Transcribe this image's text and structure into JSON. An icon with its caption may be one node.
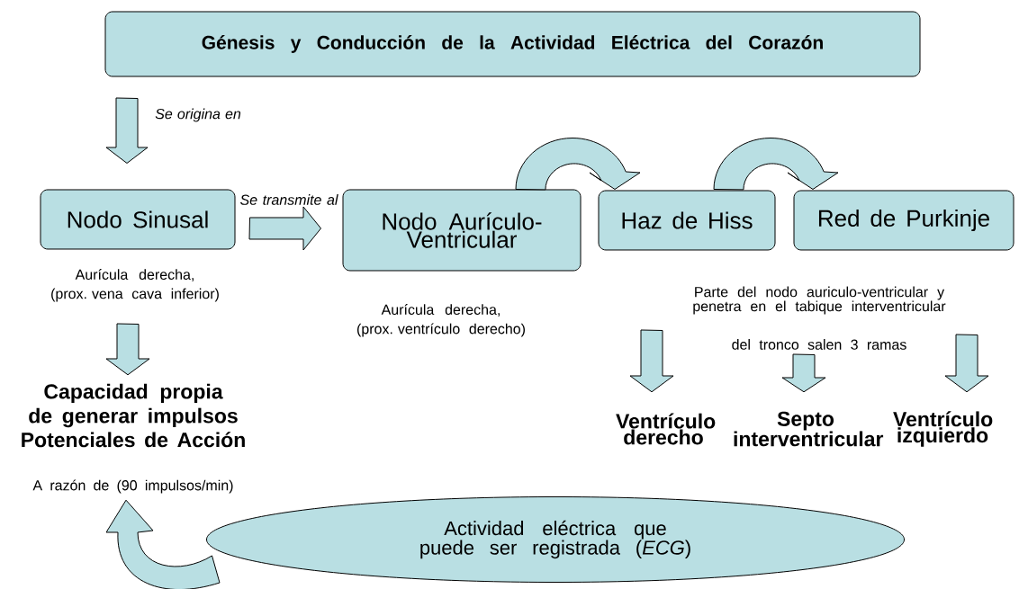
{
  "diagram": {
    "nodes": [
      {
        "text": [
          "Génesis y Conducción de la Actividad Eléctrica del Corazón"
        ]
      },
      {
        "text": [
          "Nodo Sinusal"
        ],
        "beside": [
          "Aurícula derecha,",
          "(prox. vena cava inferior)"
        ]
      },
      {
        "text": [
          "Nodo Aurículo-Ventricular"
        ],
        "beside": [
          "Aurícula derecha,",
          "(prox. ventrículo derecho)"
        ]
      },
      {
        "text": [
          "Haz de Hiss"
        ],
        "beside": [
          "Parte del nodo auriculo-ventricular y penetra en el tabique interventricular",
          "del tronco salen 3 ramas"
        ]
      },
      {
        "text": [
          "Red de Purkinje"
        ]
      },
      {
        "text": [
          "Capacidad propia de generar impulsos",
          "Potenciales de Acción"
        ],
        "beside": [
          "A razón de (90 impulsos/min)"
        ]
      },
      {
        "text": [
          "Ventrículo derecho"
        ]
      },
      {
        "text": [
          "Septo interventricular"
        ]
      },
      {
        "text": [
          "Ventrículo izquierdo"
        ]
      },
      {
        "text": [
          "Actividad eléctrica que puede ser registrada (*ECG*)"
        ]
      }
    ],
    "edges": [
      {
        "from": 0,
        "to": 1,
        "arrow": "to",
        "label": "Se origina en"
      },
      {
        "from": 1,
        "to": 2,
        "arrow": "to",
        "label": "Se transmite al"
      },
      {
        "from": 2,
        "to": 3,
        "arrow": "to"
      },
      {
        "from": 3,
        "to": 4,
        "arrow": "to"
      },
      {
        "from": 1,
        "to": 5,
        "arrow": "to"
      },
      {
        "from": 3,
        "to": 6,
        "arrow": "to"
      },
      {
        "from": 3,
        "to": 7,
        "arrow": "to"
      },
      {
        "from": 3,
        "to": 8,
        "arrow": "to"
      },
      {
        "from": 9,
        "to": 5,
        "arrow": "to"
      }
    ]
  }
}
